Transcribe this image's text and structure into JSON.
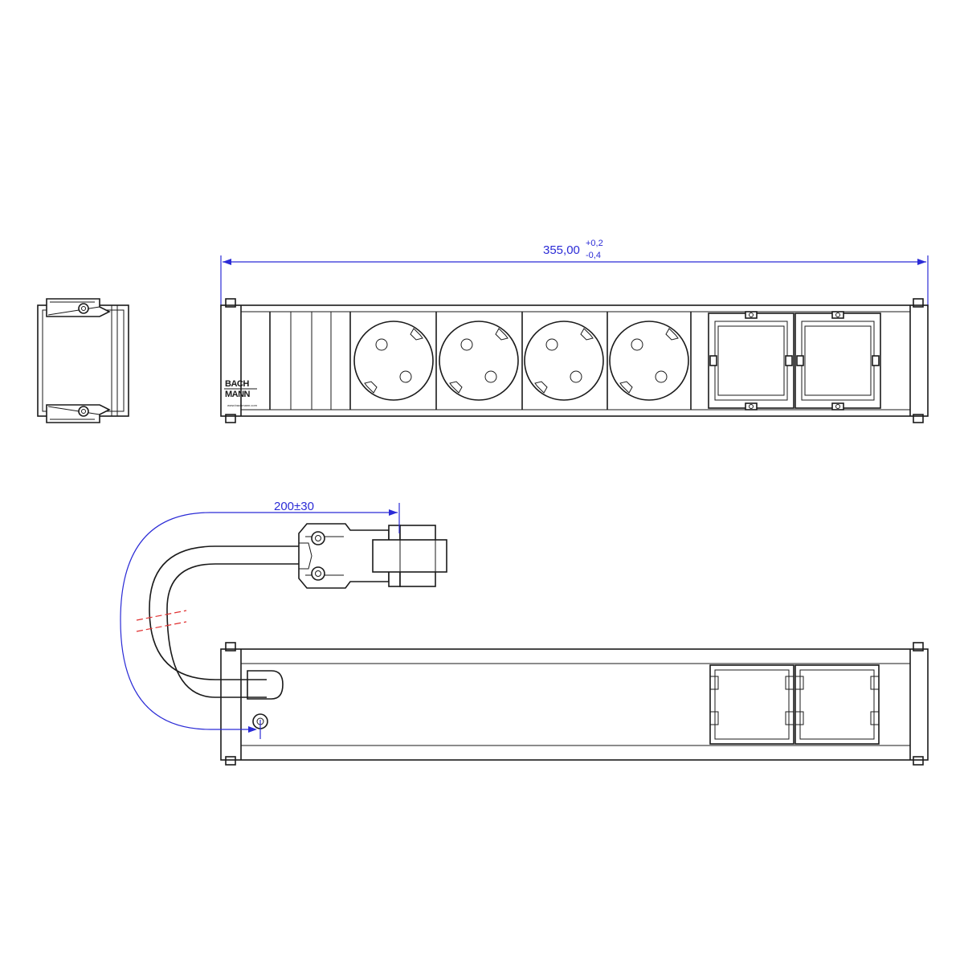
{
  "dimensions": {
    "length_main": "355,00",
    "length_tol_plus": "+0,2",
    "length_tol_minus": "-0,4",
    "cable_length": "200±30"
  },
  "front_view": {
    "brand_line1": "BACH",
    "brand_line2": "MANN",
    "brand_url": "www.bachmann.com",
    "socket_count": 4,
    "module_slot_count": 2
  },
  "colors": {
    "line": "#1a1a1a",
    "dimension": "#2b2bd6",
    "break_mark": "#e03030"
  }
}
